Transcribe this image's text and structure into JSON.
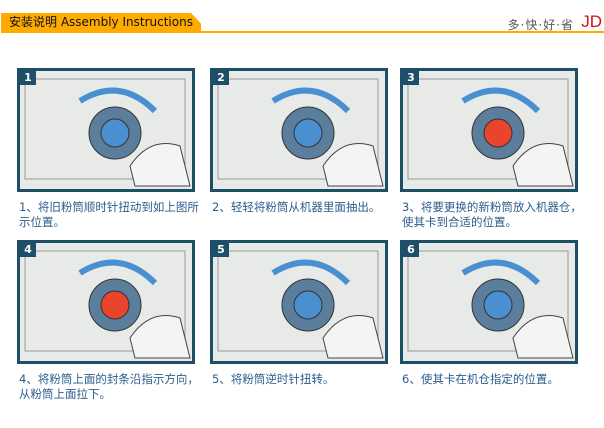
{
  "header": {
    "title": "安装说明 Assembly Instructions",
    "slogan": "多·快·好·省",
    "logo": "JD"
  },
  "steps": [
    {
      "num": "1",
      "caption": "1、将旧粉筒顺时针扭动到如上图所示位置。",
      "accent": "#4a8fd0"
    },
    {
      "num": "2",
      "caption": "2、轻轻将粉筒从机器里面抽出。",
      "accent": "#4a8fd0"
    },
    {
      "num": "3",
      "caption": "3、将要更换的新粉筒放入机器仓，使其卡到合适的位置。",
      "accent": "#e8452c"
    },
    {
      "num": "4",
      "caption": "4、将粉筒上面的封条沿指示方向，从粉筒上面拉下。",
      "accent": "#e8452c"
    },
    {
      "num": "5",
      "caption": "5、将粉筒逆时针扭转。",
      "accent": "#4a8fd0"
    },
    {
      "num": "6",
      "caption": "6、使其卡在机仓指定的位置。",
      "accent": "#4a8fd0"
    }
  ]
}
